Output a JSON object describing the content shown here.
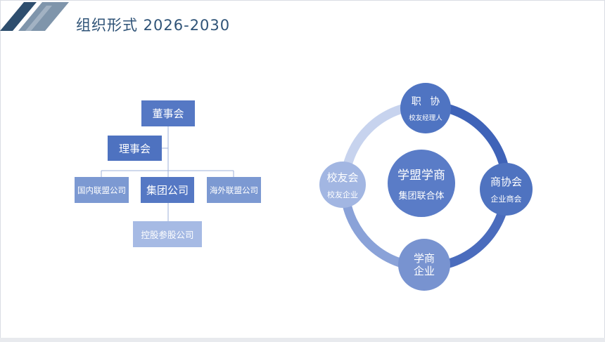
{
  "slide": {
    "title": "组织形式 2026-2030"
  },
  "org_chart": {
    "board": "董事会",
    "council": "理事会",
    "group_company": "集团公司",
    "domestic_alliance": "国内联盟公司",
    "overseas_alliance": "海外联盟公司",
    "holding_company": "控股参股公司"
  },
  "ring_diagram": {
    "center": {
      "title": "学盟学商",
      "subtitle": "集团联合体"
    },
    "top": {
      "title": "职 协",
      "subtitle": "校友经理人"
    },
    "left": {
      "title": "校友会",
      "subtitle": "校友企业"
    },
    "right": {
      "title": "商协会",
      "subtitle": "企业商会"
    },
    "bottom": {
      "line1": "学商",
      "line2": "企业"
    }
  },
  "colors": {
    "title": "#2f5377",
    "primary_blue": "#5578c4",
    "medium_blue": "#7c99d2",
    "light_blue": "#a6bae4",
    "ring_dark": "#3f63b8",
    "ring_light": "#c7d3ee"
  }
}
